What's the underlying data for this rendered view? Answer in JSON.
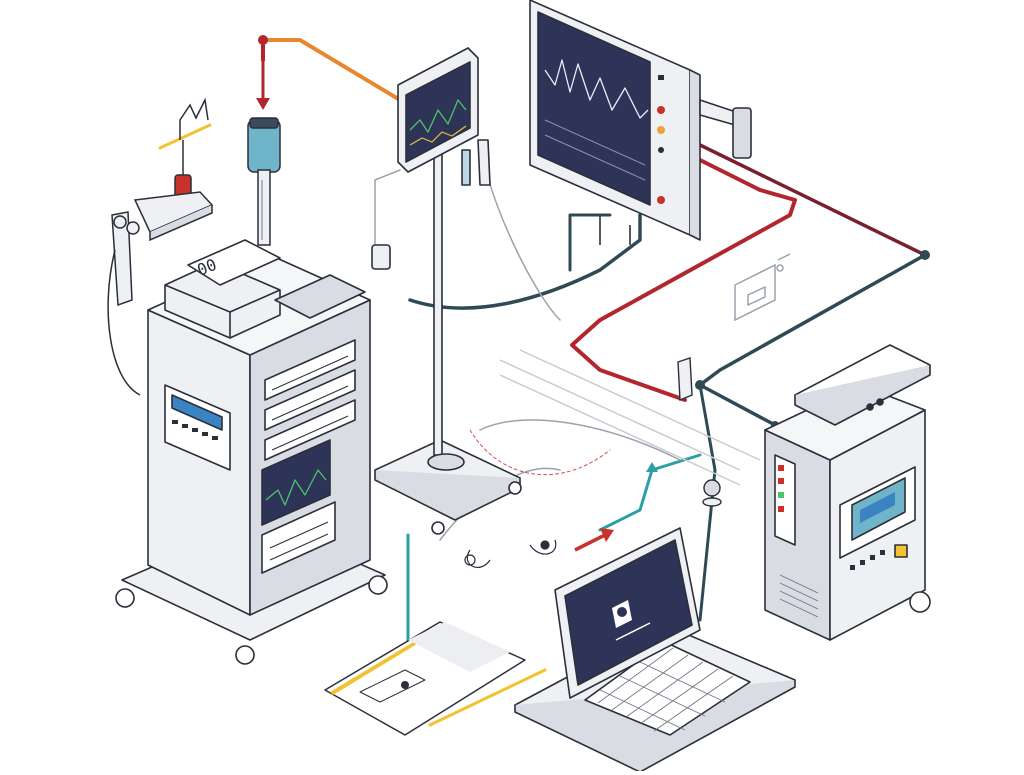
{
  "colors": {
    "background": "#ffffff",
    "line_art": "#2b2f3a",
    "equipment_fill": "#eef0f3",
    "equipment_shade": "#d9dde3",
    "screen_dark": "#2e3458",
    "cable_red": "#b3262e",
    "cable_orange": "#e8872e",
    "cable_dark": "#2f4a55",
    "cable_teal": "#2a9fa6",
    "accent_yellow": "#f2c233",
    "iv_bag_red": "#c9322b",
    "bottle_teal": "#6fb4c8"
  },
  "components": [
    {
      "id": "main-equipment-cart",
      "label": ""
    },
    {
      "id": "iv-pole-monitor",
      "label": ""
    },
    {
      "id": "wall-patient-monitor",
      "label": ""
    },
    {
      "id": "analyzer-unit",
      "label": ""
    },
    {
      "id": "laptop-workstation",
      "label": ""
    },
    {
      "id": "document-sheet",
      "label": ""
    }
  ],
  "signals": {
    "cart_display_text": "00"
  },
  "icons": [
    "iv-bag-icon",
    "specimen-bottle-icon",
    "arrow-down-icon",
    "arrow-right-icon",
    "arrow-up-icon",
    "wall-socket-icon",
    "warning-icon"
  ]
}
